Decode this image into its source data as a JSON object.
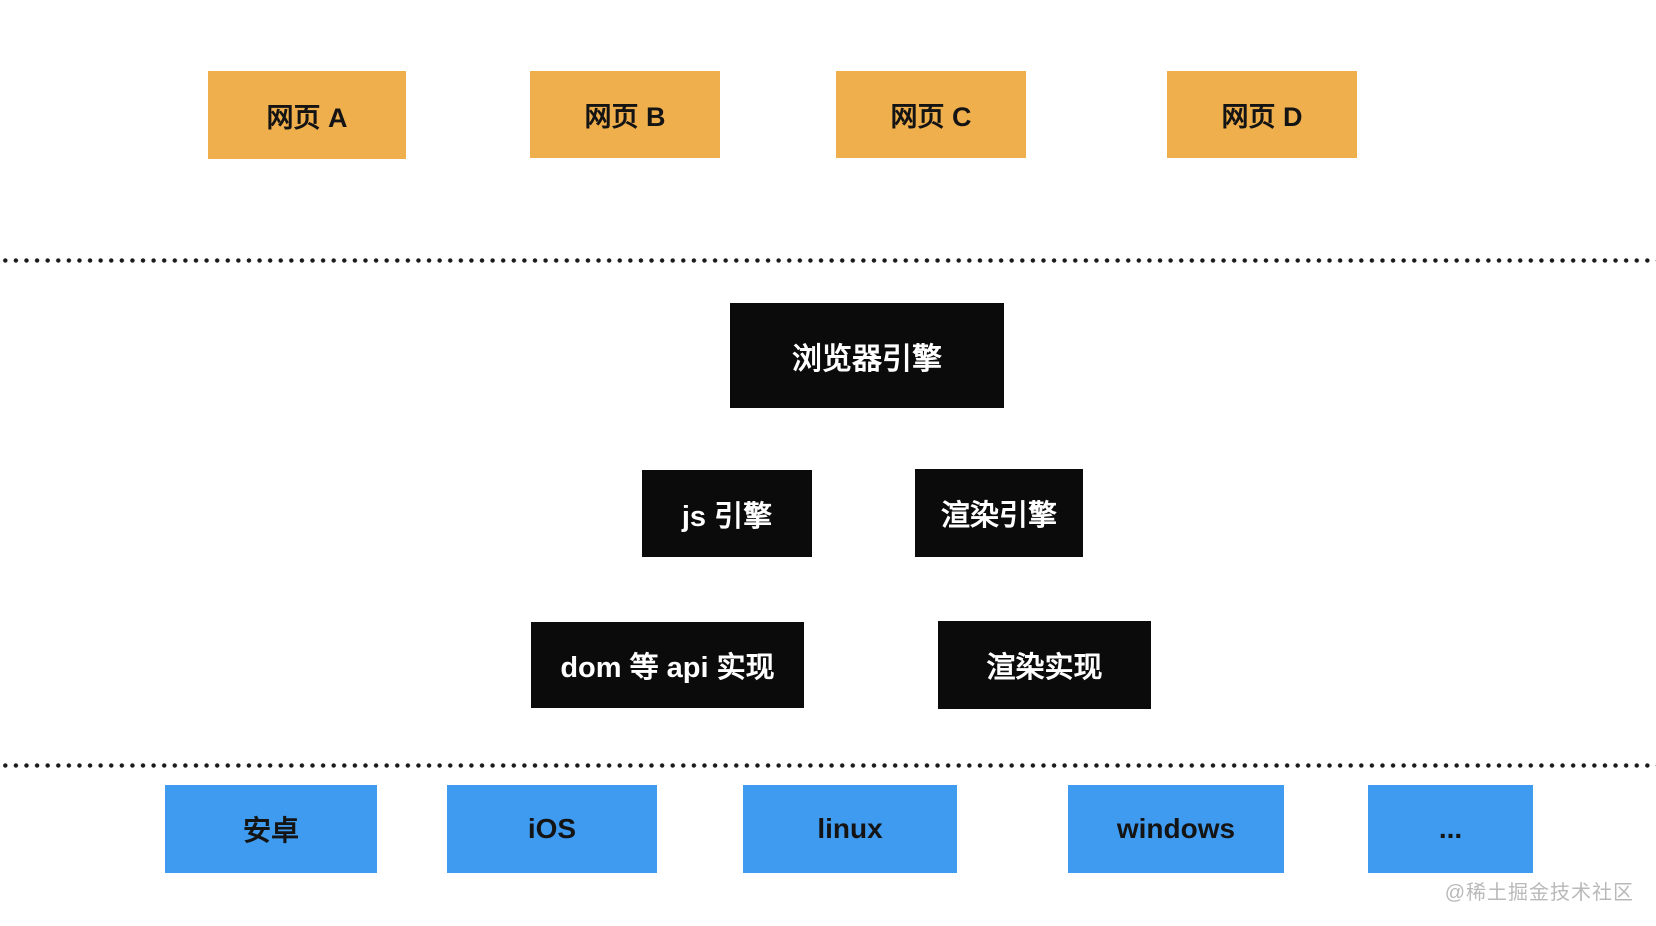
{
  "diagram": {
    "pages": [
      {
        "label": "网页 A"
      },
      {
        "label": "网页 B"
      },
      {
        "label": "网页 C"
      },
      {
        "label": "网页 D"
      }
    ],
    "browser_engine": {
      "label": "浏览器引擎"
    },
    "engines": [
      {
        "label": "js 引擎"
      },
      {
        "label": "渲染引擎"
      }
    ],
    "implementations": [
      {
        "label": "dom 等 api 实现"
      },
      {
        "label": "渲染实现"
      }
    ],
    "platforms": [
      {
        "label": "安卓"
      },
      {
        "label": "iOS"
      },
      {
        "label": "linux"
      },
      {
        "label": "windows"
      },
      {
        "label": "..."
      }
    ],
    "watermark": "@稀土掘金技术社区"
  },
  "colors": {
    "page-box": "#EFAF4D",
    "engine-box": "#0B0B0B",
    "platform-box": "#3F9BF0",
    "box-text-dark": "#141414",
    "engine-text": "#FFFFFF",
    "dot-line": "#1A1A1A",
    "watermark-text": "#B9B9B9",
    "background": "#FFFFFF"
  }
}
